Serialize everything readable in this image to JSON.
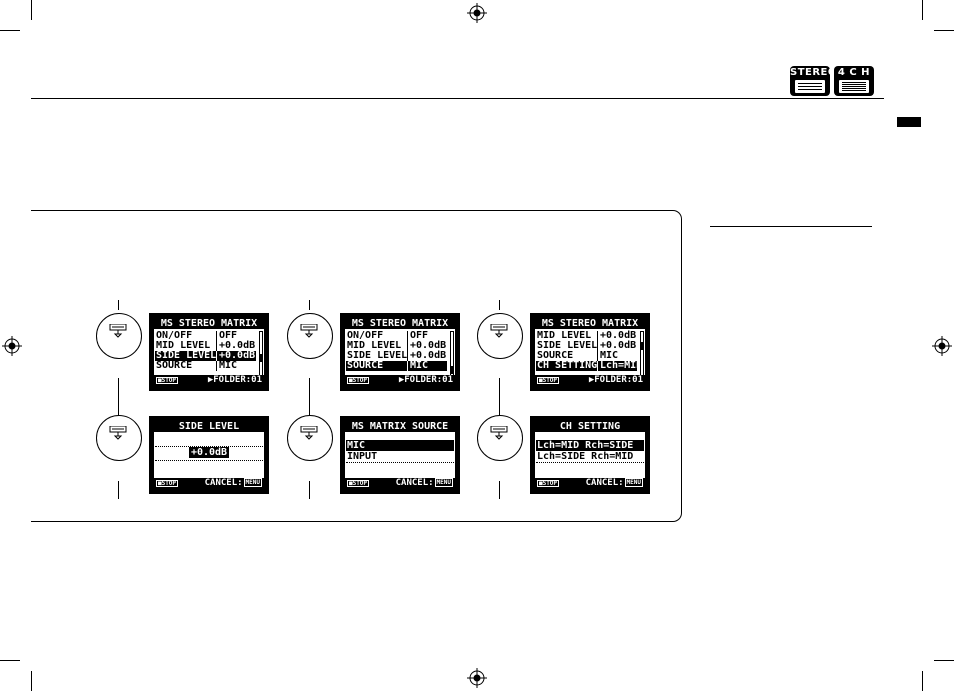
{
  "header": {
    "badges": [
      {
        "label": "STEREO",
        "icon": "stereo-mode-icon"
      },
      {
        "label": "4 C H",
        "icon": "four-channel-mode-icon"
      }
    ]
  },
  "screens": {
    "s1": {
      "title": "MS STEREO MATRIX",
      "rows": [
        {
          "label": "ON/OFF",
          "value": "OFF"
        },
        {
          "label": "MID LEVEL",
          "value": "+0.0dB"
        },
        {
          "label": "SIDE LEVEL",
          "value": "+0.0dB"
        },
        {
          "label": "SOURCE",
          "value": "MIC"
        }
      ],
      "stop": "■STOP",
      "footer_right": "▶FOLDER:01"
    },
    "s2": {
      "title": "MS STEREO MATRIX",
      "rows": [
        {
          "label": "ON/OFF",
          "value": "OFF"
        },
        {
          "label": "MID LEVEL",
          "value": "+0.0dB"
        },
        {
          "label": "SIDE LEVEL",
          "value": "+0.0dB"
        },
        {
          "label": "SOURCE",
          "value": "MIC"
        }
      ],
      "stop": "■STOP",
      "footer_right": "▶FOLDER:01"
    },
    "s3": {
      "title": "MS STEREO MATRIX",
      "rows": [
        {
          "label": "MID LEVEL",
          "value": "+0.0dB"
        },
        {
          "label": "SIDE LEVEL",
          "value": "+0.0dB"
        },
        {
          "label": "SOURCE",
          "value": "MIC"
        },
        {
          "label": "CH SETTING",
          "value": "Lch=MID"
        }
      ],
      "stop": "■STOP",
      "footer_right": "▶FOLDER:01"
    },
    "s4": {
      "title": "SIDE LEVEL",
      "value": "+0.0dB",
      "stop": "■STOP",
      "cancel": "CANCEL:",
      "menu": "MENU"
    },
    "s5": {
      "title": "MS MATRIX SOURCE",
      "items": [
        "MIC",
        "INPUT"
      ],
      "stop": "■STOP",
      "cancel": "CANCEL:",
      "menu": "MENU"
    },
    "s6": {
      "title": "CH SETTING",
      "items": [
        "Lch=MID Rch=SIDE",
        "Lch=SIDE Rch=MID"
      ],
      "stop": "■STOP",
      "cancel": "CANCEL:",
      "menu": "MENU"
    }
  },
  "colors": {
    "ink": "#000000",
    "paper": "#ffffff"
  }
}
